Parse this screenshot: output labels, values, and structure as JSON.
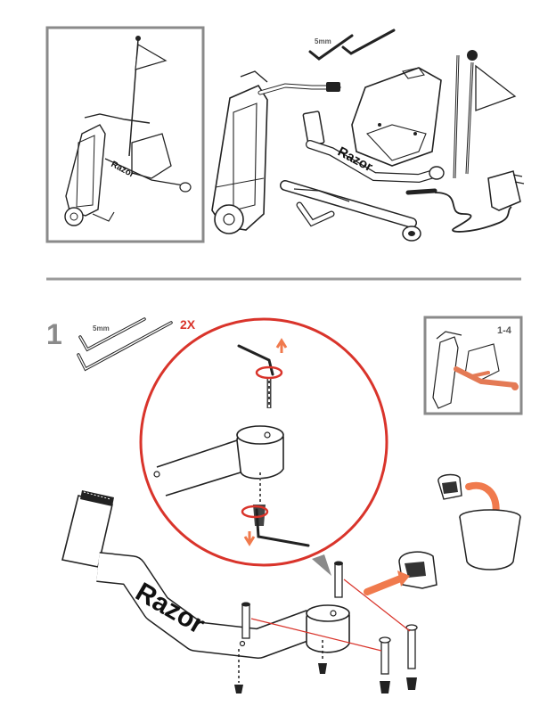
{
  "parts_panel": {
    "wrench_size": "5mm",
    "brand_wordmark": "Razor"
  },
  "step": {
    "number": "1",
    "wrench_size": "5mm",
    "quantity": "2X",
    "reference_steps": "1-4",
    "brand_wordmark": "Razor"
  },
  "colors": {
    "accent_red": "#d9342b",
    "orange_arrow": "#f07a4d",
    "highlight_orange": "#e47a55",
    "line_gray": "#8a8a8a"
  }
}
